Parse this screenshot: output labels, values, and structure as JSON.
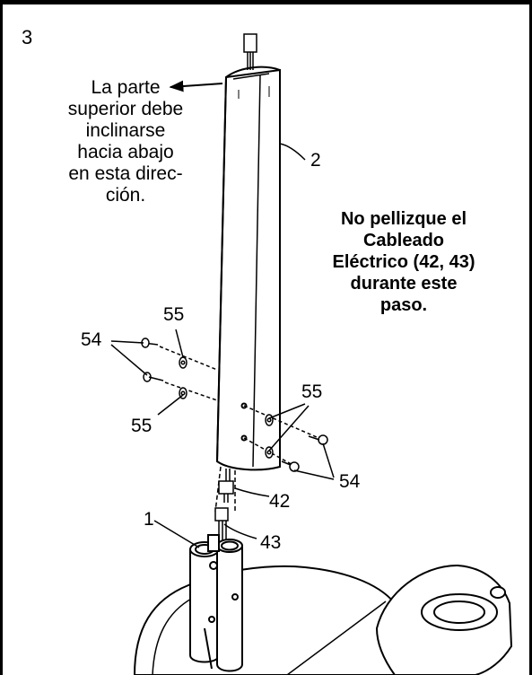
{
  "step": "3",
  "top_note": [
    "La parte",
    "superior debe",
    "inclinarse",
    "hacia abajo",
    "en esta direc-",
    "ción."
  ],
  "warning": [
    "No pellizque el",
    "Cableado",
    "Eléctrico (42, 43)",
    "durante este",
    "paso."
  ],
  "callouts": {
    "part_2": "2",
    "part_55_top": "55",
    "part_54_left": "54",
    "part_55_left": "55",
    "part_55_right": "55",
    "part_54_right": "54",
    "part_42": "42",
    "part_1": "1",
    "part_43": "43"
  }
}
